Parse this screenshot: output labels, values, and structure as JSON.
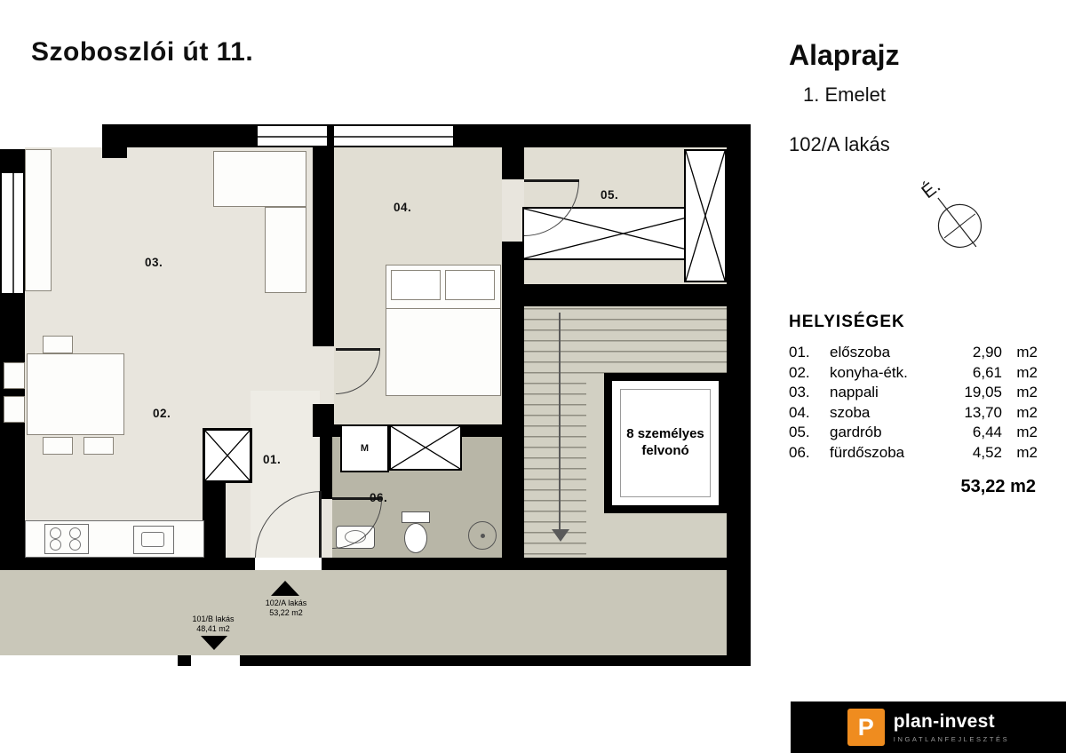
{
  "title": "Szoboszlói út 11.",
  "panel": {
    "heading": "Alaprajz",
    "floor": "1. Emelet",
    "unit": "102/A lakás",
    "north": "É.",
    "rooms_heading": "HELYISÉGEK",
    "rooms": [
      {
        "num": "01.",
        "name": "előszoba",
        "area": "2,90",
        "unit": "m2"
      },
      {
        "num": "02.",
        "name": "konyha-étk.",
        "area": "6,61",
        "unit": "m2"
      },
      {
        "num": "03.",
        "name": "nappali",
        "area": "19,05",
        "unit": "m2"
      },
      {
        "num": "04.",
        "name": "szoba",
        "area": "13,70",
        "unit": "m2"
      },
      {
        "num": "05.",
        "name": "gardrób",
        "area": "6,44",
        "unit": "m2"
      },
      {
        "num": "06.",
        "name": "fürdőszoba",
        "area": "4,52",
        "unit": "m2"
      }
    ],
    "total_area": "53,22 m2"
  },
  "plan": {
    "labels": {
      "room01": "01.",
      "room02": "02.",
      "room03": "03.",
      "room04": "04.",
      "room05": "05.",
      "room06": "06."
    },
    "washer": "M",
    "elevator": {
      "line1": "8 személyes",
      "line2": "felvonó"
    },
    "entrance_a": {
      "name": "102/A lakás",
      "area": "53,22 m2"
    },
    "entrance_b": {
      "name": "101/B lakás",
      "area": "48,41 m2"
    }
  },
  "logo": {
    "monogram": "P",
    "name": "plan-invest",
    "subtitle": "INGATLANFEJLESZTÉS"
  },
  "colors": {
    "wall": "#000000",
    "floor_main": "#e8e5dd",
    "floor_room": "#e1ded3",
    "floor_stair": "#d2d0c3",
    "floor_bath": "#b8b6a7",
    "floor_corridor": "#c9c7b9",
    "accent_orange": "#ef8c1f"
  }
}
